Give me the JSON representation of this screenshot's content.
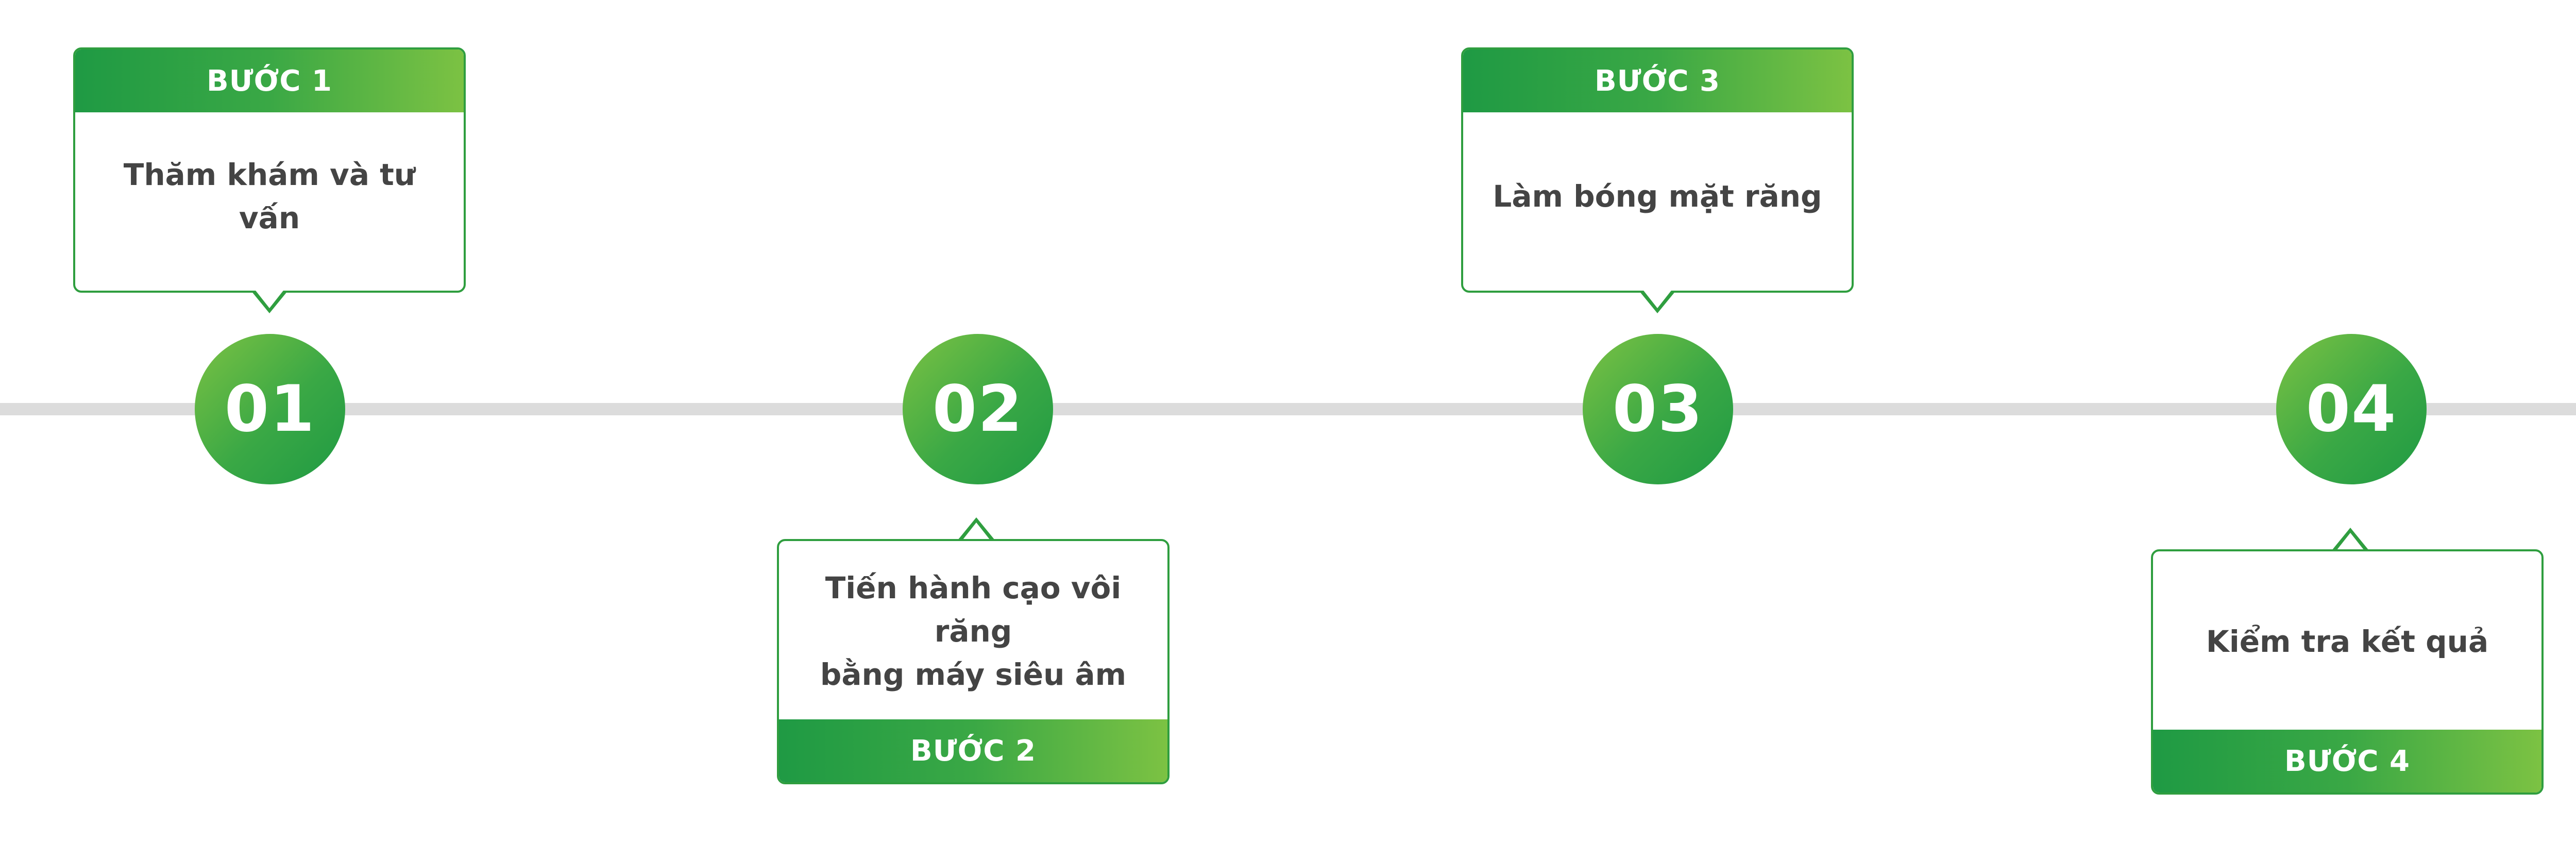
{
  "colors": {
    "green_dark": "#1f9a44",
    "green_light": "#7cc243",
    "border_green": "#2f9e3f",
    "line_gray": "#dcdcdc",
    "text_gray": "#444444"
  },
  "steps": [
    {
      "number": "01",
      "label": "BƯỚC 1",
      "text": "Thăm khám và tư vấn"
    },
    {
      "number": "02",
      "label": "BƯỚC 2",
      "text_line1": "Tiến hành cạo vôi răng",
      "text_line2": "bằng máy siêu âm"
    },
    {
      "number": "03",
      "label": "BƯỚC 3",
      "text": "Làm bóng mặt răng"
    },
    {
      "number": "04",
      "label": "BƯỚC 4",
      "text": "Kiểm tra kết quả"
    }
  ]
}
